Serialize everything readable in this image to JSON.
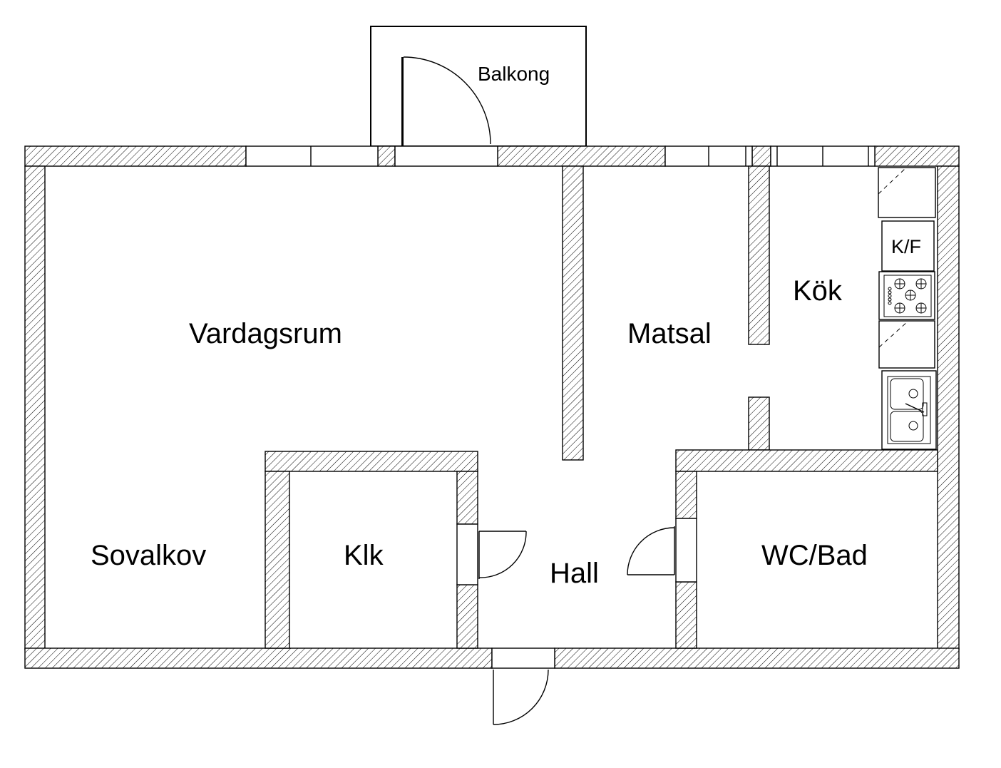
{
  "rooms": {
    "balcony": "Balkong",
    "living_room": "Vardagsrum",
    "dining": "Matsal",
    "kitchen": "Kök",
    "fridge_freezer": "K/F",
    "sleeping_alcove": "Sovalkov",
    "closet": "Klk",
    "hall": "Hall",
    "bathroom": "WC/Bad"
  }
}
